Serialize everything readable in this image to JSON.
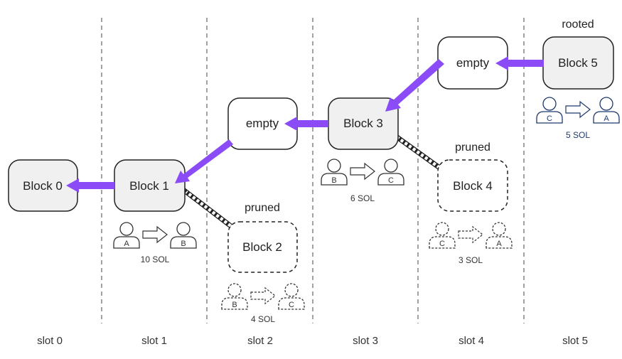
{
  "slots": [
    "slot 0",
    "slot 1",
    "slot 2",
    "slot 3",
    "slot 4",
    "slot 5"
  ],
  "blocks": [
    {
      "id": "b0",
      "label": "Block 0",
      "style": "solid",
      "fill": "#f0f0f0"
    },
    {
      "id": "b1",
      "label": "Block 1",
      "style": "solid",
      "fill": "#f0f0f0"
    },
    {
      "id": "e2",
      "label": "empty",
      "style": "solid",
      "fill": "#ffffff"
    },
    {
      "id": "b2",
      "label": "Block 2",
      "style": "dashed",
      "fill": "#ffffff"
    },
    {
      "id": "b3",
      "label": "Block 3",
      "style": "solid",
      "fill": "#f0f0f0"
    },
    {
      "id": "e4",
      "label": "empty",
      "style": "solid",
      "fill": "#ffffff"
    },
    {
      "id": "b4",
      "label": "Block 4",
      "style": "dashed",
      "fill": "#ffffff"
    },
    {
      "id": "b5",
      "label": "Block 5",
      "style": "solid",
      "fill": "#f0f0f0"
    }
  ],
  "captions": {
    "pruned_2": "pruned",
    "pruned_4": "pruned",
    "rooted": "rooted"
  },
  "transactions": [
    {
      "id": "t1",
      "from": "A",
      "to": "B",
      "amount": "10 SOL",
      "style": "solid",
      "color": "#333333"
    },
    {
      "id": "t2",
      "from": "B",
      "to": "C",
      "amount": "4 SOL",
      "style": "dashed",
      "color": "#333333"
    },
    {
      "id": "t3",
      "from": "B",
      "to": "C",
      "amount": "6 SOL",
      "style": "solid",
      "color": "#333333"
    },
    {
      "id": "t4",
      "from": "C",
      "to": "A",
      "amount": "3 SOL",
      "style": "dashed",
      "color": "#333333"
    },
    {
      "id": "t5",
      "from": "C",
      "to": "A",
      "amount": "5 SOL",
      "style": "solid",
      "color": "#1e3a6e"
    }
  ],
  "edges": [
    {
      "from": "b1",
      "to": "b0",
      "kind": "chain"
    },
    {
      "from": "e2",
      "to": "b1",
      "kind": "chain"
    },
    {
      "from": "b3",
      "to": "e2",
      "kind": "chain"
    },
    {
      "from": "e4",
      "to": "b3",
      "kind": "chain"
    },
    {
      "from": "b5",
      "to": "e4",
      "kind": "chain"
    },
    {
      "from": "b2",
      "to": "b1",
      "kind": "fork"
    },
    {
      "from": "b4",
      "to": "b3",
      "kind": "fork"
    }
  ],
  "colors": {
    "chain_arrow": "#8b4cf7",
    "block_border": "#222222",
    "fork_arrow": "#222222"
  },
  "icons": {
    "person": "person-icon",
    "transfer": "arrow-right-icon"
  }
}
